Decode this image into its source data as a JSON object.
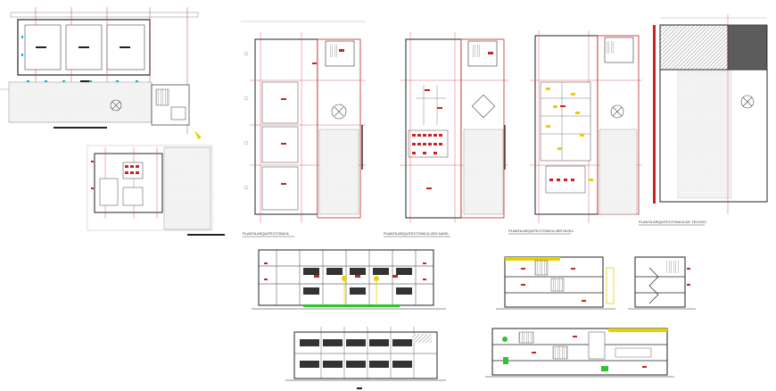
{
  "drawing": {
    "labels": {
      "plan_first": "PLANTA ARQUITECTONICA",
      "plan_second": "PLANTA ARQUITECTONICA 2DO NIVEL",
      "plan_third": "PLANTA ARQUITECTONICA 3ER NIVEL",
      "plan_roof": "PLANTA ARQUITECTONICA DE TECHOS"
    },
    "colors": {
      "wall": "#cc2222",
      "grid_axis": "#d04040",
      "hatch": "#777777",
      "dimension": "#444444",
      "cyan_marks": "#00b8d8",
      "yellow_marks": "#e6d200",
      "green_marks": "#2fc42f"
    }
  }
}
